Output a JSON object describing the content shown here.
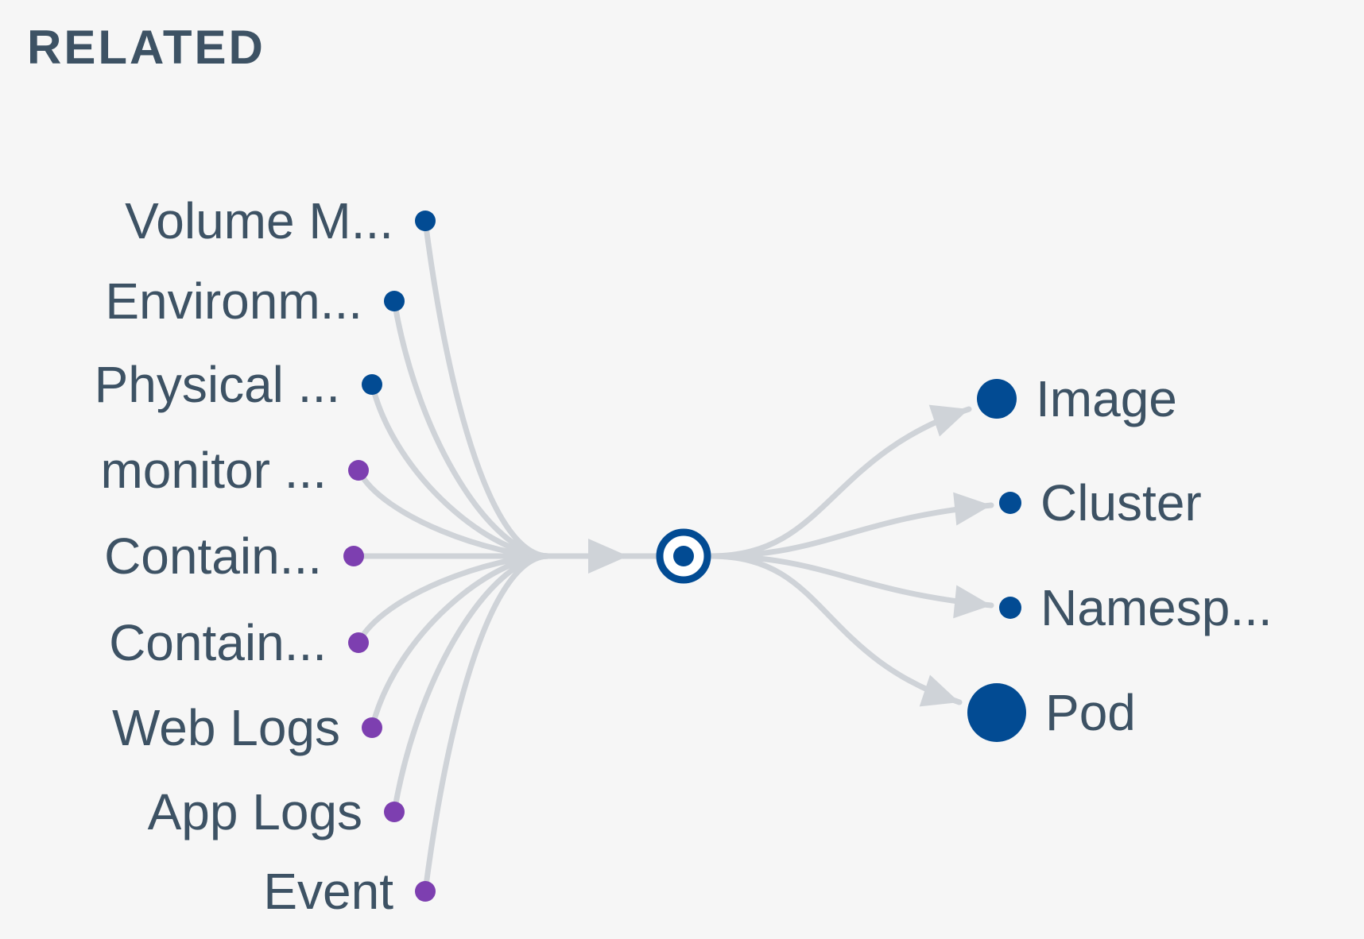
{
  "panel": {
    "title": "RELATED"
  },
  "colors": {
    "blue": "#024b93",
    "purple": "#7d3fb0",
    "edge": "#cfd3d8",
    "text": "#3d5264",
    "background": "#f6f6f6"
  },
  "center": {
    "icon": "target-icon"
  },
  "upstream": [
    {
      "label": "Volume M...",
      "color": "blue"
    },
    {
      "label": "Environm...",
      "color": "blue"
    },
    {
      "label": "Physical ...",
      "color": "blue"
    },
    {
      "label": "monitor ...",
      "color": "purple"
    },
    {
      "label": "Contain...",
      "color": "purple"
    },
    {
      "label": "Contain...",
      "color": "purple"
    },
    {
      "label": "Web Logs",
      "color": "purple"
    },
    {
      "label": "App Logs",
      "color": "purple"
    },
    {
      "label": "Event",
      "color": "purple"
    }
  ],
  "downstream": [
    {
      "label": "Image",
      "color": "blue",
      "size": "large"
    },
    {
      "label": "Cluster",
      "color": "blue",
      "size": "small"
    },
    {
      "label": "Namesp...",
      "color": "blue",
      "size": "small"
    },
    {
      "label": "Pod",
      "color": "blue",
      "size": "xlarge"
    }
  ]
}
